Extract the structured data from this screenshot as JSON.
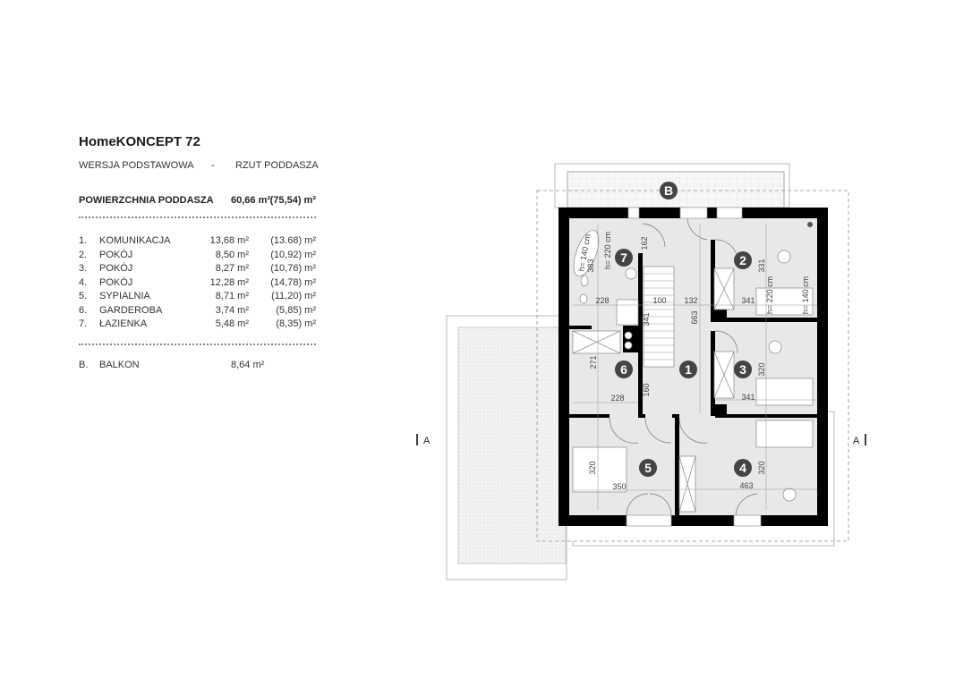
{
  "header": {
    "title": "HomeKONCEPT 72",
    "version": "WERSJA  PODSTAWOWA",
    "separator": "-",
    "view": "RZUT PODDASZA"
  },
  "area_summary": {
    "label": "POWIERZCHNIA PODDASZA",
    "net": "60,66 m²",
    "gross": "(75,54) m²"
  },
  "rooms": [
    {
      "no": "1.",
      "name": "KOMUNIKACJA",
      "area": "13,68 m²",
      "area2": "(13.68) m²"
    },
    {
      "no": "2.",
      "name": "POKÓJ",
      "area": "8,50 m²",
      "area2": "(10,92) m²"
    },
    {
      "no": "3.",
      "name": "POKÓJ",
      "area": "8,27 m²",
      "area2": "(10,76) m²"
    },
    {
      "no": "4.",
      "name": "POKÓJ",
      "area": "12,28 m²",
      "area2": "(14,78) m²"
    },
    {
      "no": "5.",
      "name": "SYPIALNIA",
      "area": "8,71 m²",
      "area2": "(11,20) m²"
    },
    {
      "no": "6.",
      "name": "GARDEROBA",
      "area": "3,74 m²",
      "area2": "(5,85) m²"
    },
    {
      "no": "7.",
      "name": "ŁAZIENKA",
      "area": "5,48 m²",
      "area2": "(8,35) m²"
    }
  ],
  "balcony": {
    "no": "B.",
    "name": "BALKON",
    "area": "8,64 m²"
  },
  "plan": {
    "room_markers": [
      "1",
      "2",
      "3",
      "4",
      "5",
      "6",
      "7",
      "B"
    ],
    "section_marker": "A",
    "dimensions": [
      "162",
      "383",
      "228",
      "100",
      "132",
      "663",
      "341",
      "341",
      "331",
      "271",
      "228",
      "160",
      "320",
      "341",
      "320",
      "350",
      "463",
      "320"
    ],
    "height_notes": [
      "h= 140 cm",
      "h= 220 cm",
      "h= 220 cm",
      "h= 140 cm"
    ]
  }
}
